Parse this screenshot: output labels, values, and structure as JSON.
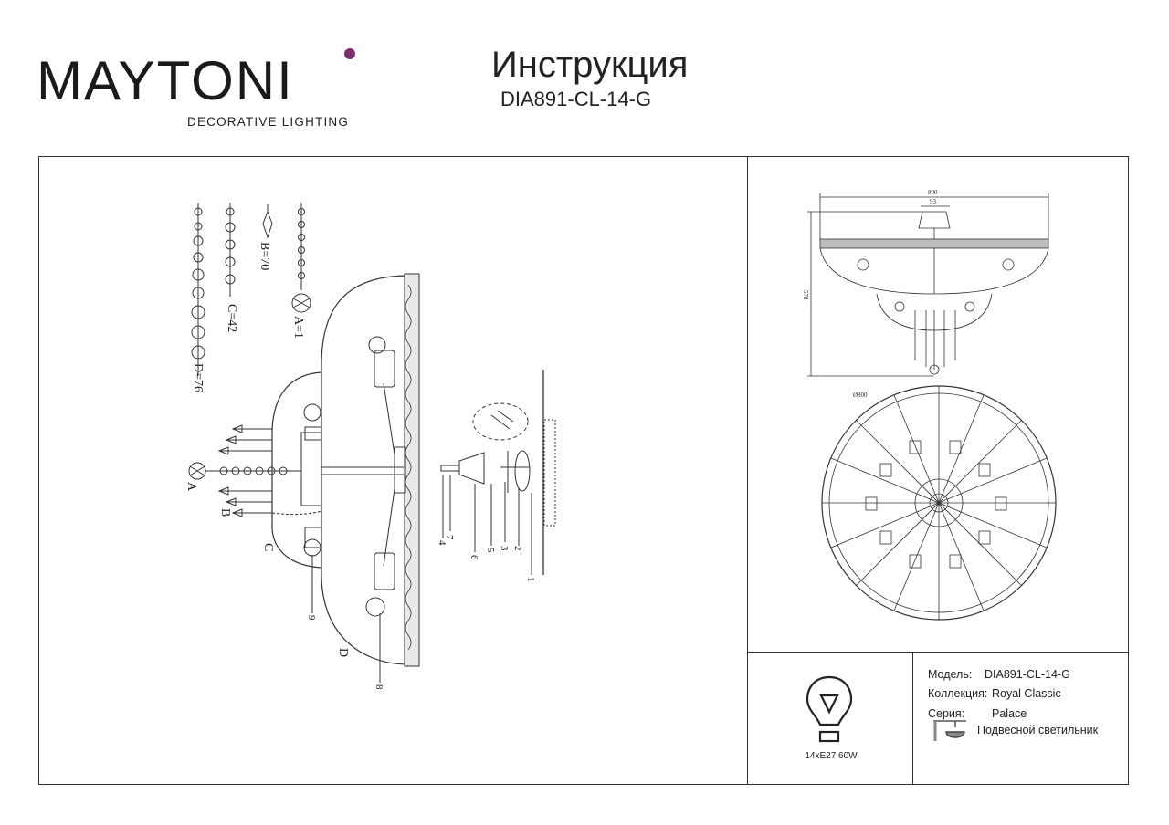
{
  "header": {
    "logo_text": "MAYTONI",
    "logo_sub": "DECORATIVE LIGHTING",
    "title": "Инструкция",
    "model_code": "DIA891-CL-14-G"
  },
  "assembly": {
    "crystal_parts": [
      "A=1",
      "B=70",
      "C=42",
      "D=76"
    ],
    "part_letters": [
      "A",
      "B",
      "C",
      "D"
    ],
    "callouts": [
      "1",
      "2",
      "3",
      "4",
      "5",
      "6",
      "7",
      "8",
      "9"
    ]
  },
  "dimensions": {
    "width": "800",
    "mount": "93",
    "height": "578",
    "diameter": "Ø800"
  },
  "power": "14xE27 60W",
  "info": {
    "model_label": "Модель:",
    "model_value": "DIA891-CL-14-G",
    "collection_label": "Коллекция:",
    "collection_value": "Royal Classic",
    "series_label": "Серия:",
    "series_value": "Palace",
    "type_value": "Подвесной светильник"
  },
  "colors": {
    "brand_purple": "#7b2d6e",
    "line": "#333333"
  }
}
